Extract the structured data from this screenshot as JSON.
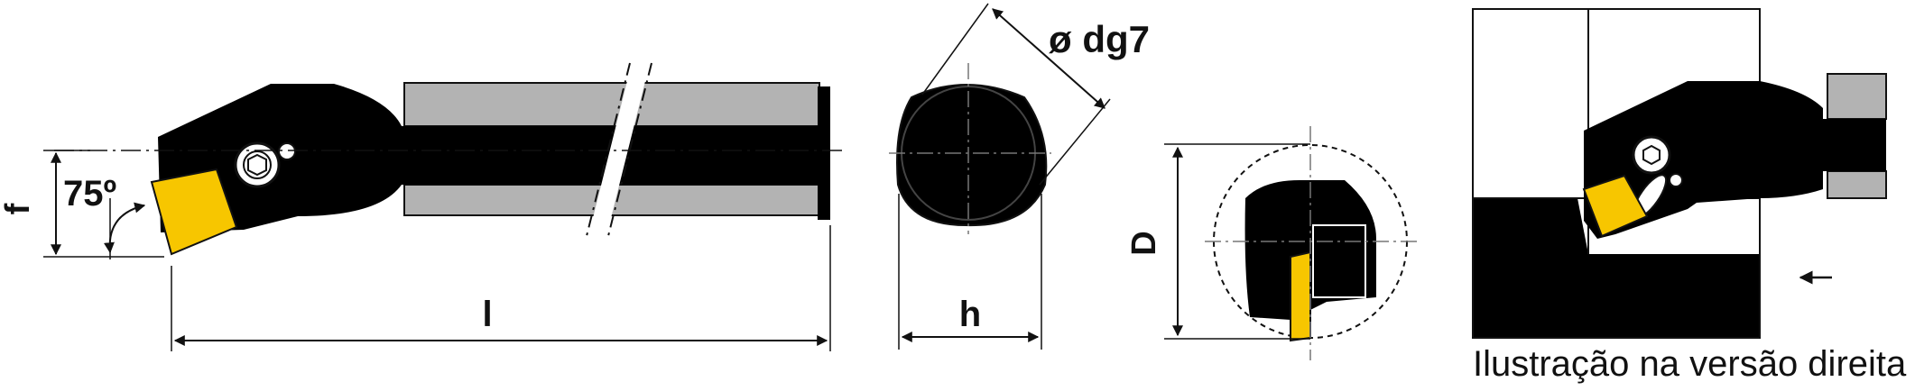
{
  "labels": {
    "f": "f",
    "angle": "75º",
    "l": "l",
    "dg7": "ø dg7",
    "h": "h",
    "D": "D",
    "caption": "Ilustração na versão direita"
  },
  "colors": {
    "body": "#000000",
    "shank": "#b3b3b3",
    "insert": "#f7c600",
    "line": "#111111",
    "background": "#ffffff"
  }
}
